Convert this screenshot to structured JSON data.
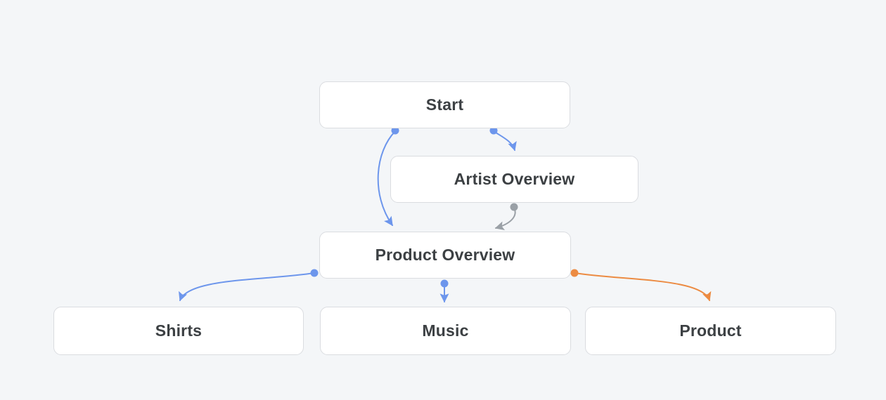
{
  "diagram": {
    "nodes": [
      {
        "id": "start",
        "label": "Start"
      },
      {
        "id": "artist-overview",
        "label": "Artist Overview"
      },
      {
        "id": "product-overview",
        "label": "Product Overview"
      },
      {
        "id": "shirts",
        "label": "Shirts"
      },
      {
        "id": "music",
        "label": "Music"
      },
      {
        "id": "product",
        "label": "Product"
      }
    ],
    "edges": [
      {
        "from": "start",
        "to": "artist-overview",
        "color": "blue"
      },
      {
        "from": "start",
        "to": "product-overview",
        "color": "blue"
      },
      {
        "from": "artist-overview",
        "to": "product-overview",
        "color": "gray"
      },
      {
        "from": "product-overview",
        "to": "shirts",
        "color": "blue"
      },
      {
        "from": "product-overview",
        "to": "music",
        "color": "blue"
      },
      {
        "from": "product-overview",
        "to": "product",
        "color": "orange"
      }
    ]
  },
  "colors": {
    "edge-blue": "#6D96EC",
    "edge-gray": "#9AA0A6",
    "edge-orange": "#EC8B42",
    "node-bg": "#FFFFFF",
    "node-border": "#DADCE0",
    "node-text": "#3C4043",
    "canvas-bg": "#F4F6F8"
  }
}
